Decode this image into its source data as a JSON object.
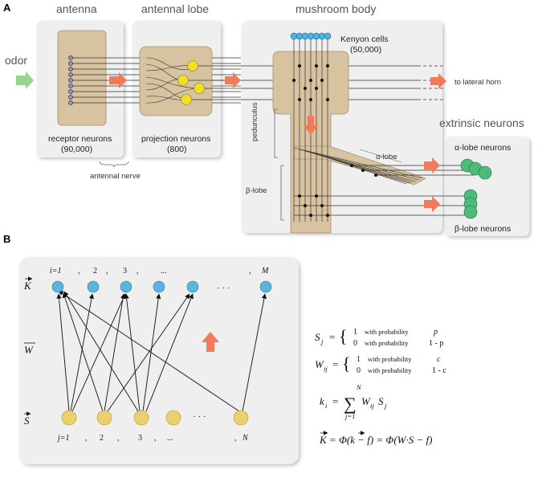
{
  "panel_a": {
    "letter": "A",
    "input_label": "odor",
    "headers": {
      "antenna": "antenna",
      "antennal_lobe": "antennal lobe",
      "mushroom_body": "mushroom body",
      "extrinsic": "extrinsic neurons"
    },
    "receptor": {
      "line1": "receptor neurons",
      "line2": "(90,000)"
    },
    "projection": {
      "line1": "projection neurons",
      "line2": "(800)"
    },
    "kenyon": {
      "line1": "Kenyon cells",
      "line2": "(50,000)"
    },
    "antennal_nerve": "antennal nerve",
    "to_lateral_horn": "to lateral horn",
    "pedunculus": "pedunculus",
    "alpha_lobe": "α-lobe",
    "beta_lobe": "β-lobe",
    "alpha_lobe_neurons": "α-lobe neurons",
    "beta_lobe_neurons": "β-lobe neurons"
  },
  "panel_b": {
    "letter": "B",
    "k_symbol": "K",
    "w_symbol": "W",
    "s_symbol": "S",
    "top_labels": [
      "i=1",
      ",",
      "2",
      ",",
      "3",
      ",",
      "...",
      ",",
      "M"
    ],
    "top_dots": "· · ·",
    "bottom_labels": [
      "j=1",
      ",",
      "2",
      ",",
      "3",
      ",",
      "...",
      ",",
      "N"
    ],
    "bottom_dots": "· · ·",
    "colors": {
      "kenyon": "#5ab4dc",
      "input": "#ecd070",
      "arrow": "#f07a5a"
    }
  },
  "equations": {
    "s_lhs": "S",
    "s_sub": "j",
    "w_lhs": "W",
    "w_sub": "ij",
    "one": "1",
    "zero": "0",
    "with_prob": "with probability",
    "p": "p",
    "one_minus_p": "1 - p",
    "c": "c",
    "one_minus_c": "1 - c",
    "k_lhs": "k",
    "k_sub": "i",
    "k_rhs": "W",
    "k_rhs_sub": "ij",
    "k_rhs2": "S",
    "k_rhs2_sub": "j",
    "sum_top": "N",
    "sum_bottom": "j=1",
    "vec_eq": "K = Φ(k − f) = Φ(W·S − f)"
  },
  "colors": {
    "box": "#efefef",
    "tissue": "#d8c3a0",
    "projection": "#f0e020",
    "kenyon": "#4ab6e6",
    "extrinsic": "#4cbc78",
    "flow_arrow": "#f07a5a",
    "odor_arrow": "#98d48a"
  }
}
